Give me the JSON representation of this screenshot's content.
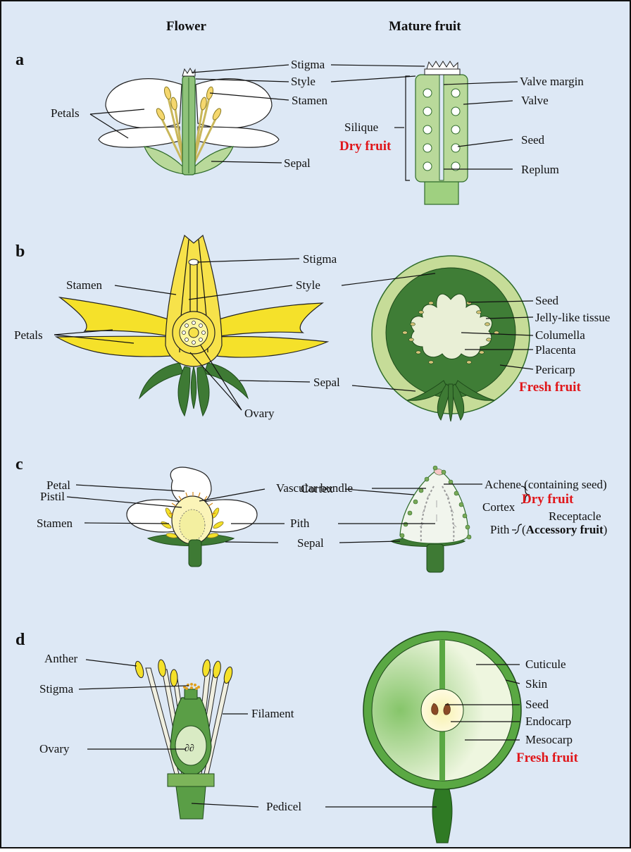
{
  "headers": {
    "flower": "Flower",
    "fruit": "Mature fruit"
  },
  "colors": {
    "background": "#dde8f5",
    "accent_red": "#e0161a",
    "green_dark": "#2f6b2a",
    "green_light": "#b9d99a",
    "yellow": "#f5e12a"
  },
  "panels": {
    "a": {
      "letter": "a",
      "flower_labels": {
        "stigma": "Stigma",
        "style": "Style",
        "stamen": "Stamen",
        "petals": "Petals",
        "sepal": "Sepal"
      },
      "fruit_labels": {
        "valve_margin": "Valve margin",
        "valve": "Valve",
        "silique": "Silique",
        "seed": "Seed",
        "replum": "Replum",
        "fruit_type": "Dry fruit"
      }
    },
    "b": {
      "letter": "b",
      "flower_labels": {
        "stigma": "Stigma",
        "stamen": "Stamen",
        "style": "Style",
        "petals": "Petals",
        "sepal": "Sepal",
        "ovary": "Ovary"
      },
      "fruit_labels": {
        "seed": "Seed",
        "jelly": "Jelly-like tissue",
        "columella": "Columella",
        "placenta": "Placenta",
        "pericarp": "Pericarp",
        "fruit_type": "Fresh fruit"
      }
    },
    "c": {
      "letter": "c",
      "flower_labels": {
        "petal": "Petal",
        "pistil": "Pistil",
        "stamen": "Stamen",
        "vascular": "Vascular bundle",
        "cortex": "Cortex",
        "pith": "Pith",
        "sepal": "Sepal"
      },
      "fruit_labels": {
        "achene": "Achene (containing seed)",
        "fruit_type": "Dry fruit",
        "cortex": "Cortex",
        "pith": "Pith",
        "receptacle": "Receptacle",
        "accessory_open": "(",
        "accessory": "Accessory fruit",
        "accessory_close": ")"
      }
    },
    "d": {
      "letter": "d",
      "flower_labels": {
        "anther": "Anther",
        "stigma": "Stigma",
        "filament": "Filament",
        "ovary": "Ovary",
        "pedicel": "Pedicel"
      },
      "fruit_labels": {
        "cuticule": "Cuticule",
        "skin": "Skin",
        "seed": "Seed",
        "endocarp": "Endocarp",
        "mesocarp": "Mesocarp",
        "fruit_type": "Fresh fruit"
      }
    }
  }
}
